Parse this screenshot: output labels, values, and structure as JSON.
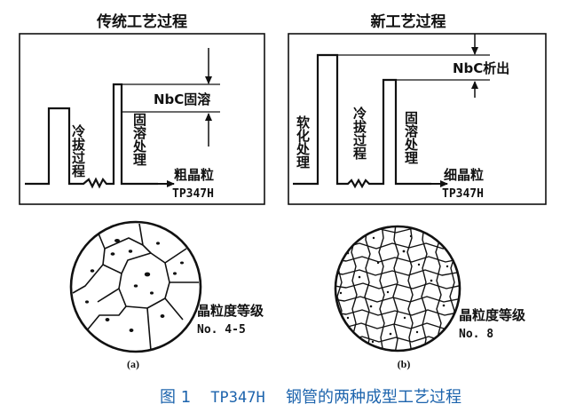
{
  "panel_a": {
    "title": "传统工艺过程",
    "step_cold_draw": "冷拔过程",
    "step_solution": "固溶处理",
    "nbc_label": "NbC固溶",
    "result_grain": "粗晶粒",
    "result_material": "TP347H",
    "grade_label": "晶粒度等级",
    "grade_value": "No. 4-5",
    "sublabel": "(a)"
  },
  "panel_b": {
    "title": "新工艺过程",
    "step_soften": "软化处理",
    "step_cold_draw": "冷拔过程",
    "step_solution": "固溶处理",
    "nbc_label": "NbC析出",
    "result_grain": "细晶粒",
    "result_material": "TP347H",
    "grade_label": "晶粒度等级",
    "grade_value": "No. 8",
    "sublabel": "(b)"
  },
  "caption": {
    "figure_no": "图 1",
    "material": "TP347H",
    "text": "钢管的两种成型工艺过程"
  },
  "colors": {
    "ink": "#111111",
    "caption": "#1d64ad"
  }
}
